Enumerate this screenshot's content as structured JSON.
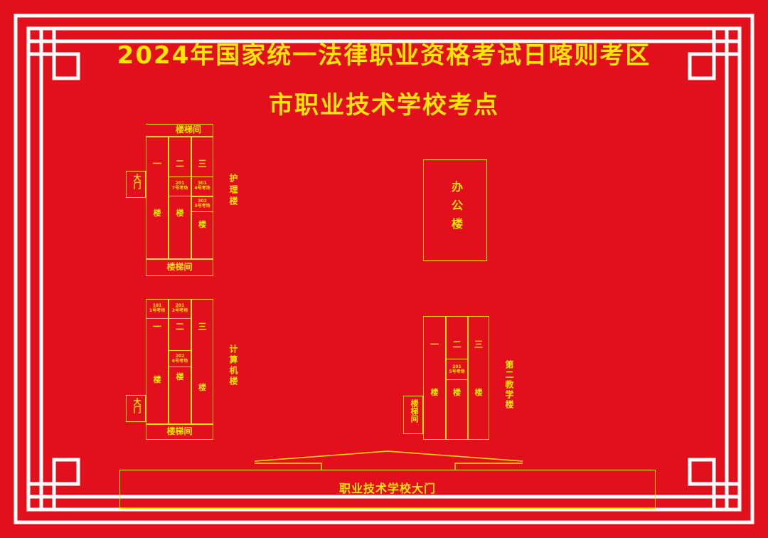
{
  "colors": {
    "background": "#e2101c",
    "line": "#ffe600",
    "frame": "#ffffff"
  },
  "title": {
    "line1": "2024年国家统一法律职业资格考试日喀则考区",
    "line2": "市职业技术学校考点"
  },
  "nursing_building": {
    "name": "护理楼",
    "top_stair": "楼梯间",
    "bottom_stair": "楼梯间",
    "gate": "大门",
    "col1": "一",
    "col2": "二",
    "col3": "三",
    "building": "楼",
    "room_201": "201",
    "room_201_exam": "7号考场",
    "room_301": "301",
    "room_301_exam": "4号考场",
    "room_302": "302",
    "room_302_exam": "3号考场"
  },
  "office_building": {
    "name": "办公楼"
  },
  "computer_building": {
    "name": "计算机楼",
    "bottom_stair": "楼梯间",
    "gate": "大门",
    "col1": "一",
    "col2": "二",
    "col3": "三",
    "building": "楼",
    "room_101": "101",
    "room_101_exam": "1号考场",
    "room_201": "201",
    "room_201_exam": "2号考场",
    "room_202": "202",
    "room_202_exam": "6号考场"
  },
  "teaching_building_2": {
    "name": "第二教学楼",
    "stair": "楼梯间",
    "col1": "一",
    "col2": "二",
    "col3": "三",
    "building": "楼",
    "room_201": "201",
    "room_201_exam": "5号考场"
  },
  "school_gate": {
    "label": "职业技术学校大门"
  }
}
